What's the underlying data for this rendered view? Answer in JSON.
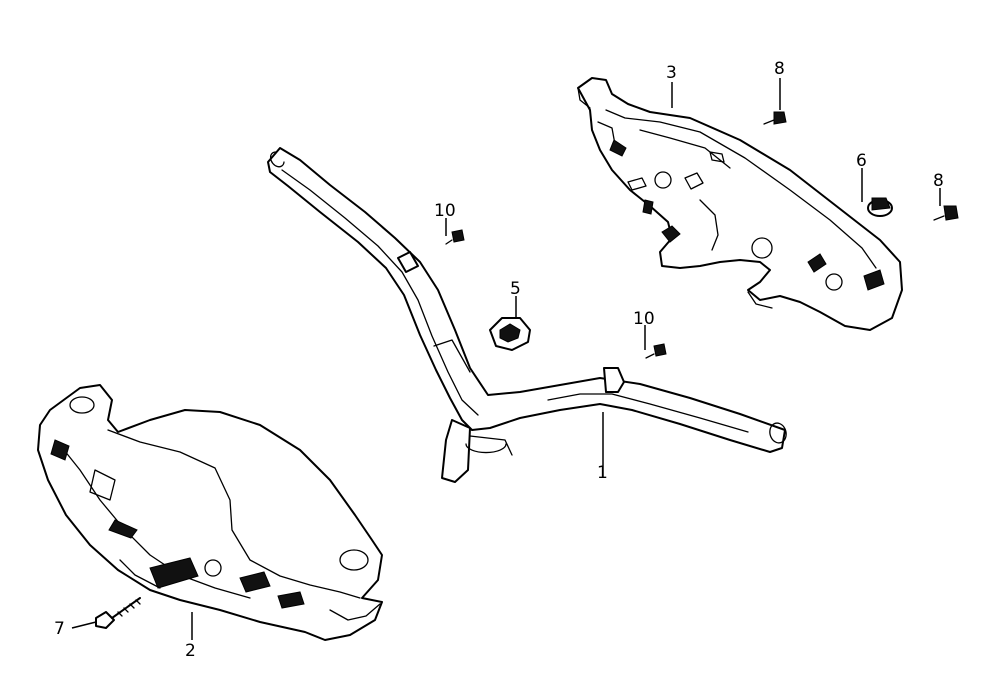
{
  "callouts": {
    "p1": "1",
    "p2": "2",
    "p3": "3",
    "p5": "5",
    "p6": "6",
    "p7": "7",
    "p8a": "8",
    "p8b": "8",
    "p10a": "10",
    "p10b": "10"
  }
}
